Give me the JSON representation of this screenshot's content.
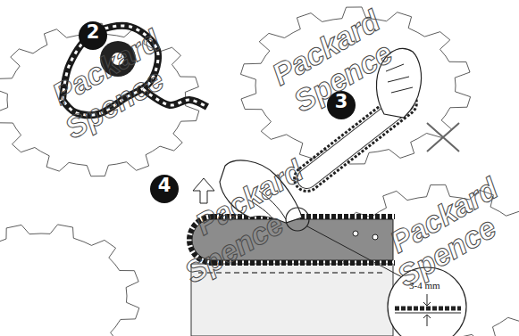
{
  "diagram": {
    "nodes": [
      {
        "text": [
          "2"
        ]
      },
      {
        "text": [
          "3"
        ]
      },
      {
        "text": [
          "4"
        ]
      }
    ],
    "labels": [
      "Packard",
      "Spence",
      "Packard",
      "Spence",
      "Packard",
      "Spence",
      "Packard",
      "Spence",
      "3-4 mm"
    ]
  }
}
